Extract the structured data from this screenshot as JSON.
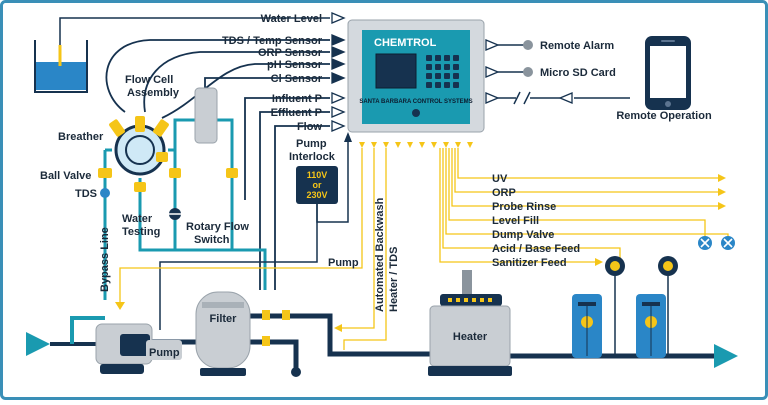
{
  "colors": {
    "frame": "#3a8fb7",
    "navy": "#16324f",
    "teal": "#1a9ab0",
    "blue": "#2a86c7",
    "light_blue": "#cfe9f6",
    "yellow": "#f5c518",
    "gray": "#c9ced3",
    "dark_gray": "#6b7580"
  },
  "controller": {
    "brand": "CHEMTROL",
    "subtitle": "SANTA BARBARA CONTROL SYSTEMS"
  },
  "sensor_labels": {
    "water_level": "Water Level",
    "tds_temp": "TDS / Temp Sensor",
    "orp": "ORP Sensor",
    "ph": "pH Sensor",
    "cl": "Cl Sensor",
    "influent": "Influent P",
    "effluent": "Effluent P",
    "flow": "Flow"
  },
  "outputs": {
    "remote_alarm": "Remote Alarm",
    "micro_sd": "Micro SD Card",
    "remote_operation": "Remote Operation"
  },
  "relay_outputs": {
    "uv": "UV",
    "orp": "ORP",
    "probe_rinse": "Probe Rinse",
    "level_fill": "Level Fill",
    "dump_valve": "Dump Valve",
    "acid_base": "Acid / Base Feed",
    "sanitizer": "Sanitizer Feed"
  },
  "equipment": {
    "flow_cell": "Flow Cell\nAssembly",
    "breather": "Breather",
    "ball_valve": "Ball Valve",
    "tds": "TDS",
    "water_testing": "Water\nTesting",
    "rotary_switch": "Rotary Flow\nSwitch",
    "bypass_line": "Bypass Line",
    "pump_interlock": "Pump\nInterlock",
    "interlock_v1": "110V",
    "interlock_or": "or",
    "interlock_v2": "230V",
    "pump_line": "Pump",
    "automated_backwash": "Automated Backwash",
    "heater_tds": "Heater / TDS",
    "filter": "Filter",
    "pump": "Pump",
    "heater": "Heater"
  }
}
